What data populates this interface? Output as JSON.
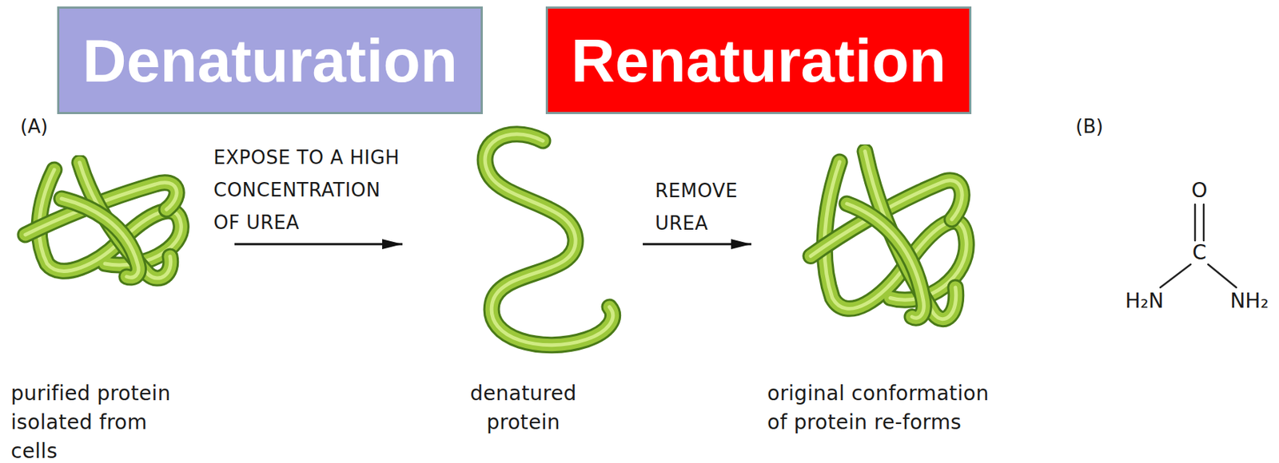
{
  "diagram": {
    "nodes": [
      {
        "text": [
          "Denaturation"
        ]
      },
      {
        "text": [
          "Renaturation"
        ]
      },
      {
        "text": [
          "purified protein isolated from cells"
        ]
      },
      {
        "text": [
          "denatured protein"
        ]
      },
      {
        "text": [
          "original conformation of protein re-forms"
        ]
      }
    ],
    "edges": [
      {
        "from": 2,
        "to": 3,
        "arrow": "to",
        "label": "EXPOSE TO A HIGH CONCENTRATION OF UREA"
      },
      {
        "from": 3,
        "to": 4,
        "arrow": "to",
        "label": "REMOVE UREA"
      }
    ],
    "labels": [
      "(A)",
      "(B)",
      "O",
      "C",
      "H₂N",
      "NH₂"
    ]
  }
}
